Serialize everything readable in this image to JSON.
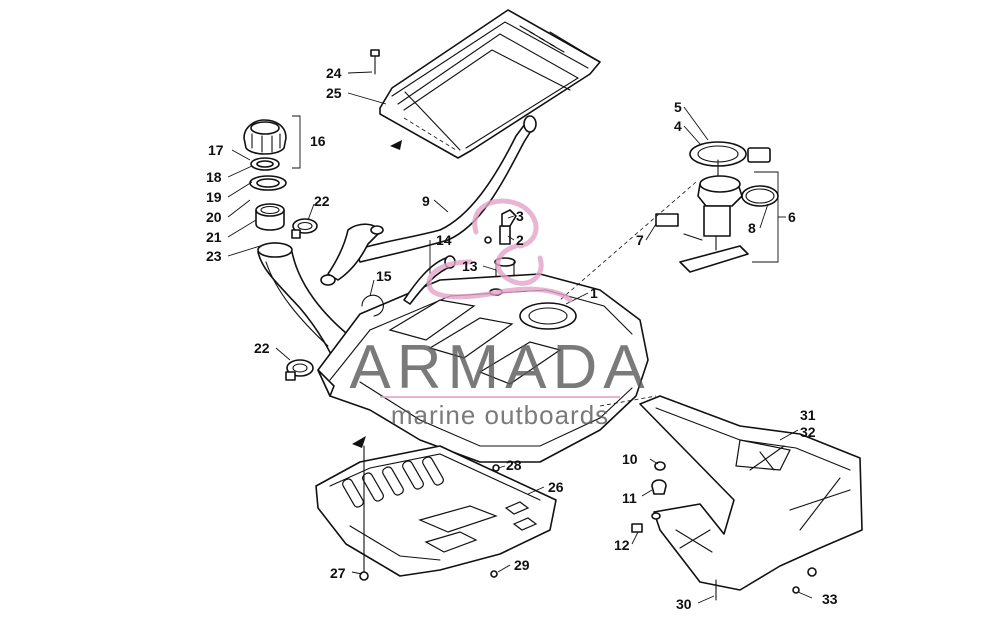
{
  "watermark": {
    "title": "ARMADA",
    "subtitle": "marine outboards",
    "accent_color": "#e4a2c8"
  },
  "callouts": {
    "c1": "1",
    "c2": "2",
    "c3": "3",
    "c4": "4",
    "c5": "5",
    "c6": "6",
    "c7": "7",
    "c8": "8",
    "c9": "9",
    "c10": "10",
    "c11": "11",
    "c12": "12",
    "c13": "13",
    "c14": "14",
    "c15": "15",
    "c16": "16",
    "c17": "17",
    "c18": "18",
    "c19": "19",
    "c20": "20",
    "c21": "21",
    "c22a": "22",
    "c22b": "22",
    "c23": "23",
    "c24": "24",
    "c25": "25",
    "c26": "26",
    "c27": "27",
    "c28": "28",
    "c29": "29",
    "c30": "30",
    "c31": "31",
    "c32": "32",
    "c33": "33"
  }
}
